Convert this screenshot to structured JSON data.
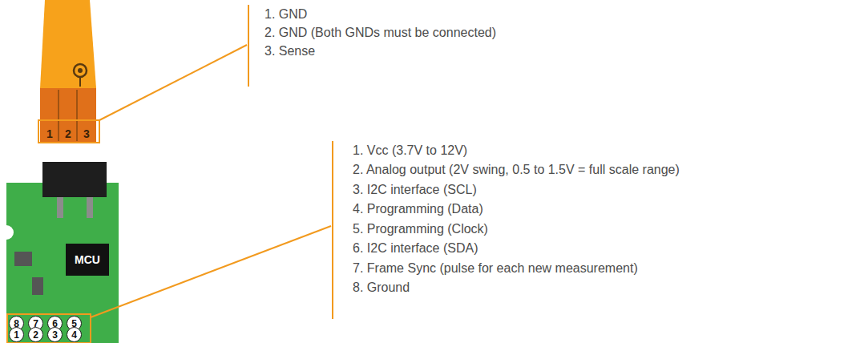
{
  "diagram": {
    "nodes": [
      {
        "text": [
          "1"
        ]
      },
      {
        "text": [
          "2"
        ]
      },
      {
        "text": [
          "3"
        ]
      },
      {
        "text": [
          "MCU"
        ]
      },
      {
        "text": [
          "8"
        ]
      },
      {
        "text": [
          "7"
        ]
      },
      {
        "text": [
          "6"
        ]
      },
      {
        "text": [
          "5"
        ]
      },
      {
        "text": [
          "1"
        ]
      },
      {
        "text": [
          "2"
        ]
      },
      {
        "text": [
          "3"
        ]
      },
      {
        "text": [
          "4"
        ]
      }
    ],
    "labels": [
      "1. GND",
      "2. GND (Both GNDs must be connected)",
      "3. Sense",
      "1. Vcc (3.7V to 12V)",
      "2. Analog output (2V swing, 0.5 to 1.5V = full scale range)",
      "3. I2C interface (SCL)",
      "4. Programming (Data)",
      "5. Programming (Clock)",
      "6. I2C interface (SDA)",
      "7. Frame Sync (pulse for each new measurement)",
      "8. Ground"
    ]
  }
}
